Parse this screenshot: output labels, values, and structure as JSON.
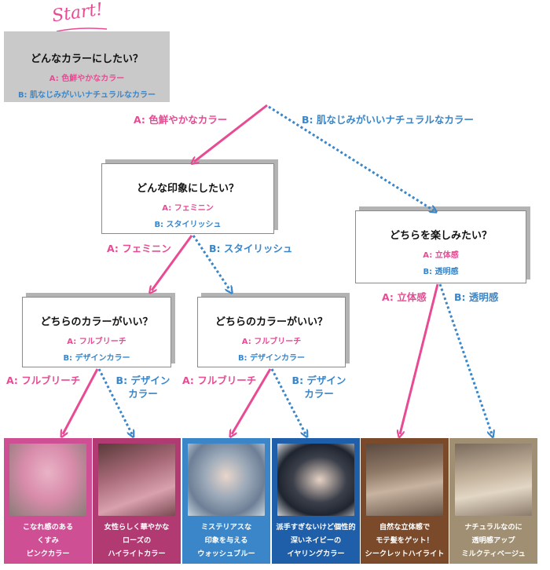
{
  "colors": {
    "pink": "#e84b94",
    "blue": "#3a86c8",
    "box_border": "#8a8a8a",
    "box_shadow": "#b3b3b3",
    "start_box": "#c9c9c9"
  },
  "start_label": "Start!",
  "q1": {
    "question": "どんなカラーにしたい？",
    "option_a": "A: 色鮮やかなカラー",
    "option_b": "B: 肌なじみがいいナチュラルなカラー"
  },
  "q2": {
    "question": "どんな印象にしたい？",
    "option_a": "A: フェミニン",
    "option_b": "B: スタイリッシュ"
  },
  "q3": {
    "question": "どちらを楽しみたい？",
    "option_a": "A: 立体感",
    "option_b": "B: 透明感"
  },
  "q4": {
    "question": "どちらのカラーがいい？",
    "option_a": "A: フルブリーチ",
    "option_b": "B: デザインカラー"
  },
  "q5": {
    "question": "どちらのカラーがいい？",
    "option_a": "A: フルブリーチ",
    "option_b": "B: デザインカラー"
  },
  "branches": {
    "q1_a": "A: 色鮮やかなカラー",
    "q1_b": "B: 肌なじみがいいナチュラルなカラー",
    "q2_a": "A: フェミニン",
    "q2_b": "B: スタイリッシュ",
    "q3_a": "A: 立体感",
    "q3_b": "B: 透明感",
    "q4_a": "A: フルブリーチ",
    "q4_b_1": "B: デザイン",
    "q4_b_2": "カラー",
    "q5_a": "A: フルブリーチ",
    "q5_b_1": "B: デザイン",
    "q5_b_2": "カラー"
  },
  "results": [
    {
      "line1": "こなれ感のある",
      "line2": "くすみ",
      "line3": "ピンクカラー",
      "bg": "#cf4f94",
      "photo_icon": "pink-hair-photo"
    },
    {
      "line1": "女性らしく華やかな",
      "line2": "ローズの",
      "line3": "ハイライトカラー",
      "bg": "#b23a73",
      "photo_icon": "rose-highlight-hair-photo"
    },
    {
      "line1": "ミステリアスな",
      "line2": "印象を与える",
      "line3": "ウォッシュブルー",
      "bg": "#3a86c8",
      "photo_icon": "wash-blue-hair-photo"
    },
    {
      "line1": "派手すぎないけど個性的",
      "line2": "深いネイビーの",
      "line3": "イヤリングカラー",
      "bg": "#1f5ea8",
      "photo_icon": "navy-earring-hair-photo"
    },
    {
      "line1": "自然な立体感で",
      "line2": "モテ髪をゲット！",
      "line3": "シークレットハイライト",
      "bg": "#7a4a2a",
      "photo_icon": "secret-highlight-hair-photo"
    },
    {
      "line1": "ナチュラルなのに",
      "line2": "透明感アップ",
      "line3": "ミルクティベージュ",
      "bg": "#a08f72",
      "photo_icon": "milk-tea-beige-hair-photo"
    }
  ]
}
